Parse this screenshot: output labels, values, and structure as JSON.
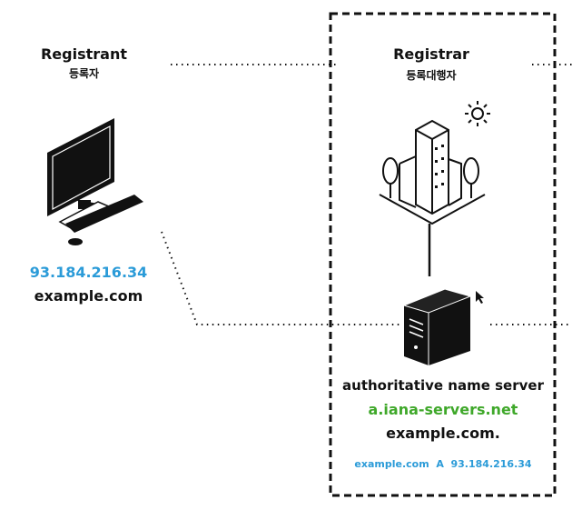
{
  "registrant": {
    "title": "Registrant",
    "subtitle": "등록자",
    "ip": "93.184.216.34",
    "domain": "example.com"
  },
  "registrar": {
    "title": "Registrar",
    "subtitle": "등록대행자"
  },
  "nameserver": {
    "role": "authoritative name server",
    "host": "a.iana-servers.net",
    "zone": "example.com.",
    "record": "example.com  A  93.184.216.34"
  },
  "colors": {
    "accent_blue": "#2b9bd8",
    "accent_green": "#3fa82a",
    "line": "#111111"
  },
  "icons": [
    "computer-icon",
    "building-icon",
    "sun-icon",
    "server-icon",
    "cursor-icon"
  ]
}
